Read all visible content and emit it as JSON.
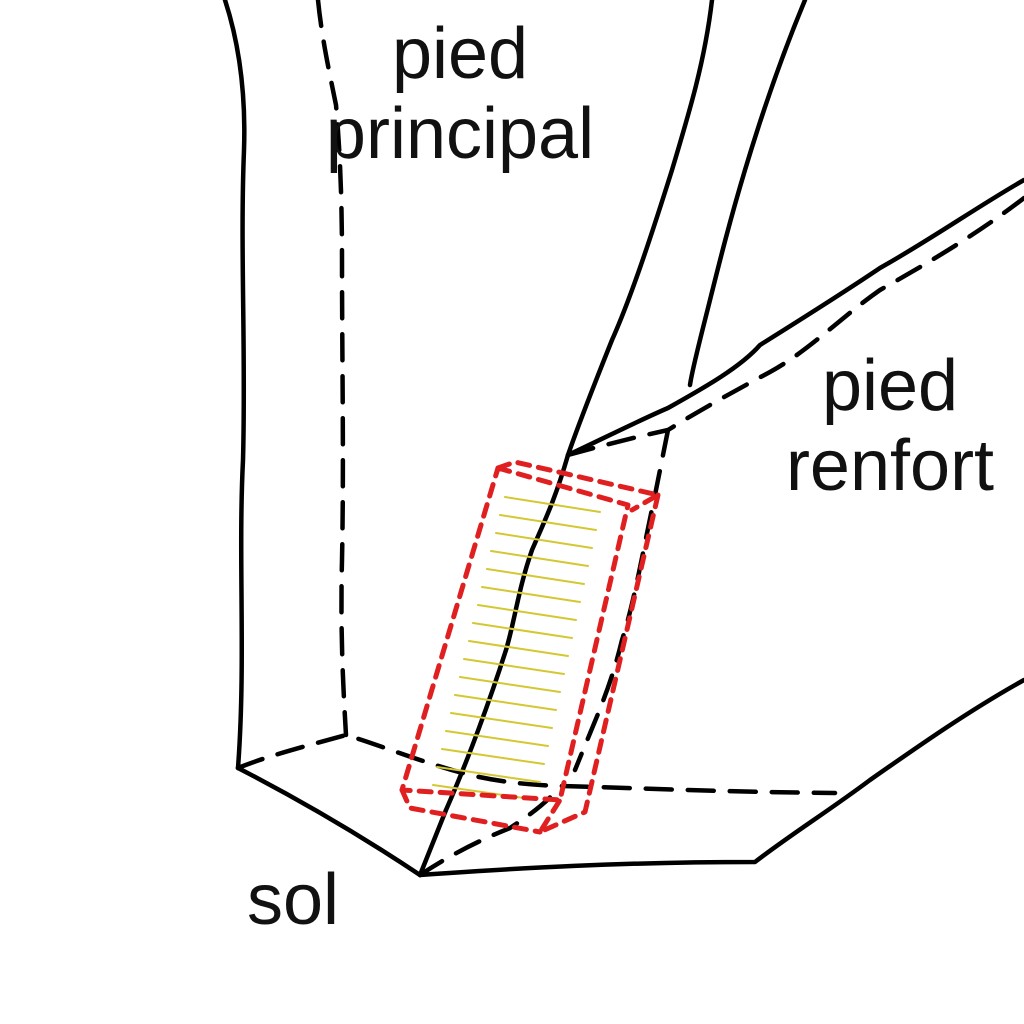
{
  "labels": {
    "main_leg_line1": "pied",
    "main_leg_line2": "principal",
    "brace_leg_line1": "pied",
    "brace_leg_line2": "renfort",
    "ground": "sol"
  },
  "colors": {
    "outline": "#000000",
    "contact_zone": "#e02020",
    "glue_hatch": "#d4c832"
  }
}
